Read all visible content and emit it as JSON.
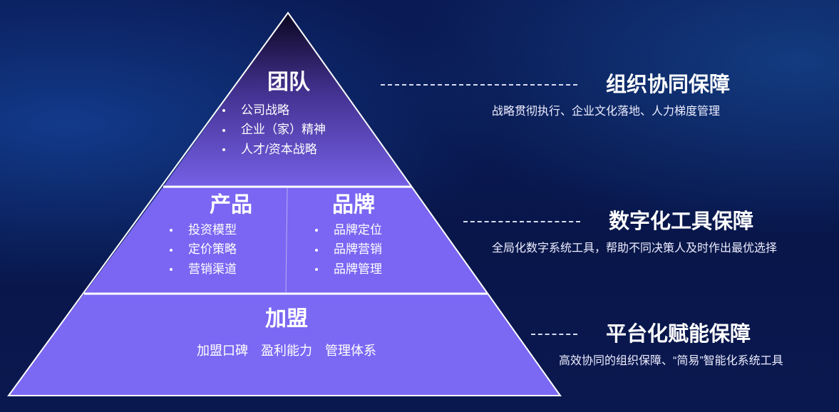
{
  "pyramid": {
    "top": {
      "title": "团队",
      "items": [
        "公司战略",
        "企业（家）精神",
        "人才/资本战略"
      ]
    },
    "middle_left": {
      "title": "产品",
      "items": [
        "投资模型",
        "定价策略",
        "营销渠道"
      ]
    },
    "middle_right": {
      "title": "品牌",
      "items": [
        "品牌定位",
        "品牌营销",
        "品牌管理"
      ]
    },
    "bottom": {
      "title": "加盟",
      "items": [
        "加盟口碑",
        "盈利能力",
        "管理体系"
      ]
    }
  },
  "guarantees": [
    {
      "title": "组织协同保障",
      "desc": "战略贯彻执行、企业文化落地、人力梯度管理"
    },
    {
      "title": "数字化工具保障",
      "desc": "全局化数字系统工具，帮助不同决策人及时作出最优选择"
    },
    {
      "title": "平台化赋能保障",
      "desc": "高效协同的组织保障、“简易”智能化系统工具"
    }
  ],
  "colors": {
    "tier_top_start": "#0b0720",
    "tier_top_end": "#7560e6",
    "tier_mid": "#7a66f2",
    "tier_bottom": "#7b68f3"
  }
}
